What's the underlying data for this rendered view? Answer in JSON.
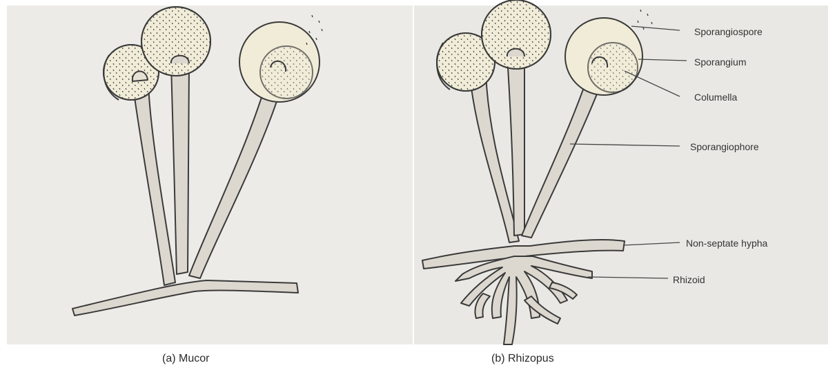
{
  "panels": {
    "mucor": {
      "caption": "(a) Mucor"
    },
    "rhizopus": {
      "caption": "(b) Rhizopus"
    }
  },
  "labels": {
    "sporangiospore": "Sporangiospore",
    "sporangium": "Sporangium",
    "columella": "Columella",
    "sporangiophore": "Sporangiophore",
    "non_septate_hypha": "Non-septate hypha",
    "rhizoid": "Rhizoid"
  },
  "colors": {
    "paper": "#ecebe7",
    "stalk_fill": "#dcd8cf",
    "sporangium_fill": "#f0ecd8",
    "outline": "#3a3a3a"
  }
}
